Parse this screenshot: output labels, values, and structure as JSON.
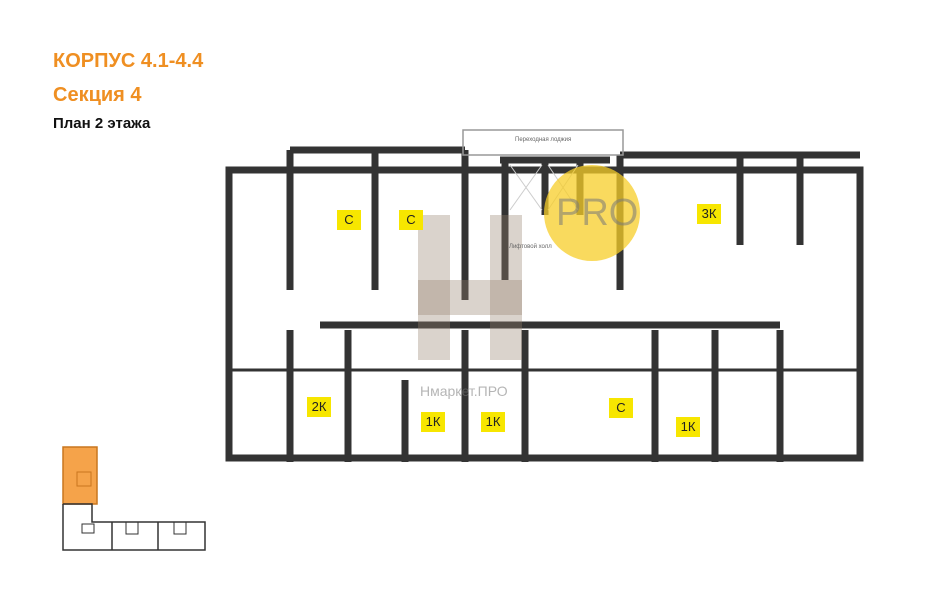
{
  "header": {
    "building": "КОРПУС 4.1-4.4",
    "section": "Секция 4",
    "plan": "План 2 этажа"
  },
  "plan_labels": {
    "loggia": "Переходная лоджия",
    "lift_hall": "Лифтовой холл"
  },
  "apartments": [
    {
      "type": "С"
    },
    {
      "type": "С"
    },
    {
      "type": "3К"
    },
    {
      "type": "2К"
    },
    {
      "type": "1К"
    },
    {
      "type": "1К"
    },
    {
      "type": "С"
    },
    {
      "type": "1К"
    }
  ],
  "watermark": {
    "logo": "PRO",
    "text": "Нмаркет.ПРО"
  },
  "colors": {
    "accent": "#ef8f22",
    "badge": "#f7e600",
    "wall": "#333333",
    "highlight": "#f5a34a"
  }
}
